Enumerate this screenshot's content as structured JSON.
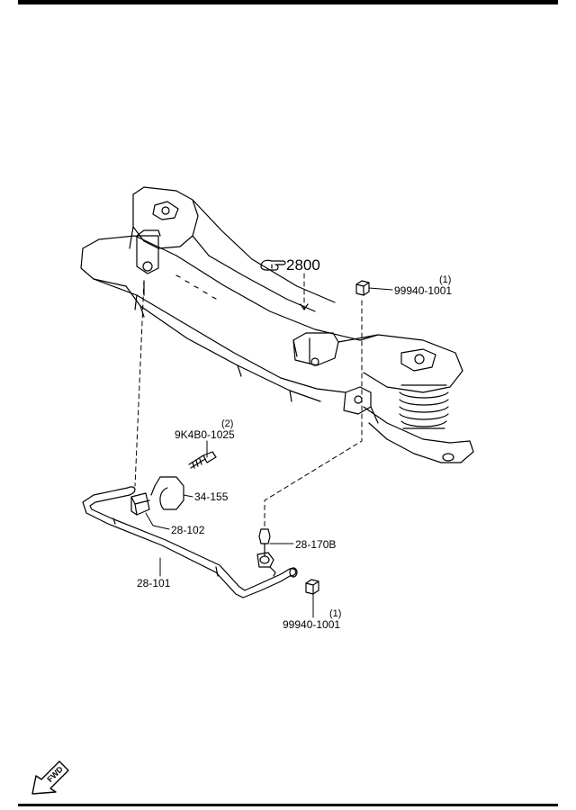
{
  "diagram": {
    "ref_group": "2800",
    "parts": {
      "nut_top": {
        "number": "99940-1001",
        "qty": "(1)"
      },
      "bolt": {
        "number": "9K4B0-1025",
        "qty": "(2)"
      },
      "bracket": {
        "number": "34-155"
      },
      "bushing": {
        "number": "28-102"
      },
      "link": {
        "number": "28-170B"
      },
      "bar": {
        "number": "28-101"
      },
      "nut_bottom": {
        "number": "99940-1001",
        "qty": "(1)"
      }
    },
    "fwd_label": "FWD"
  }
}
